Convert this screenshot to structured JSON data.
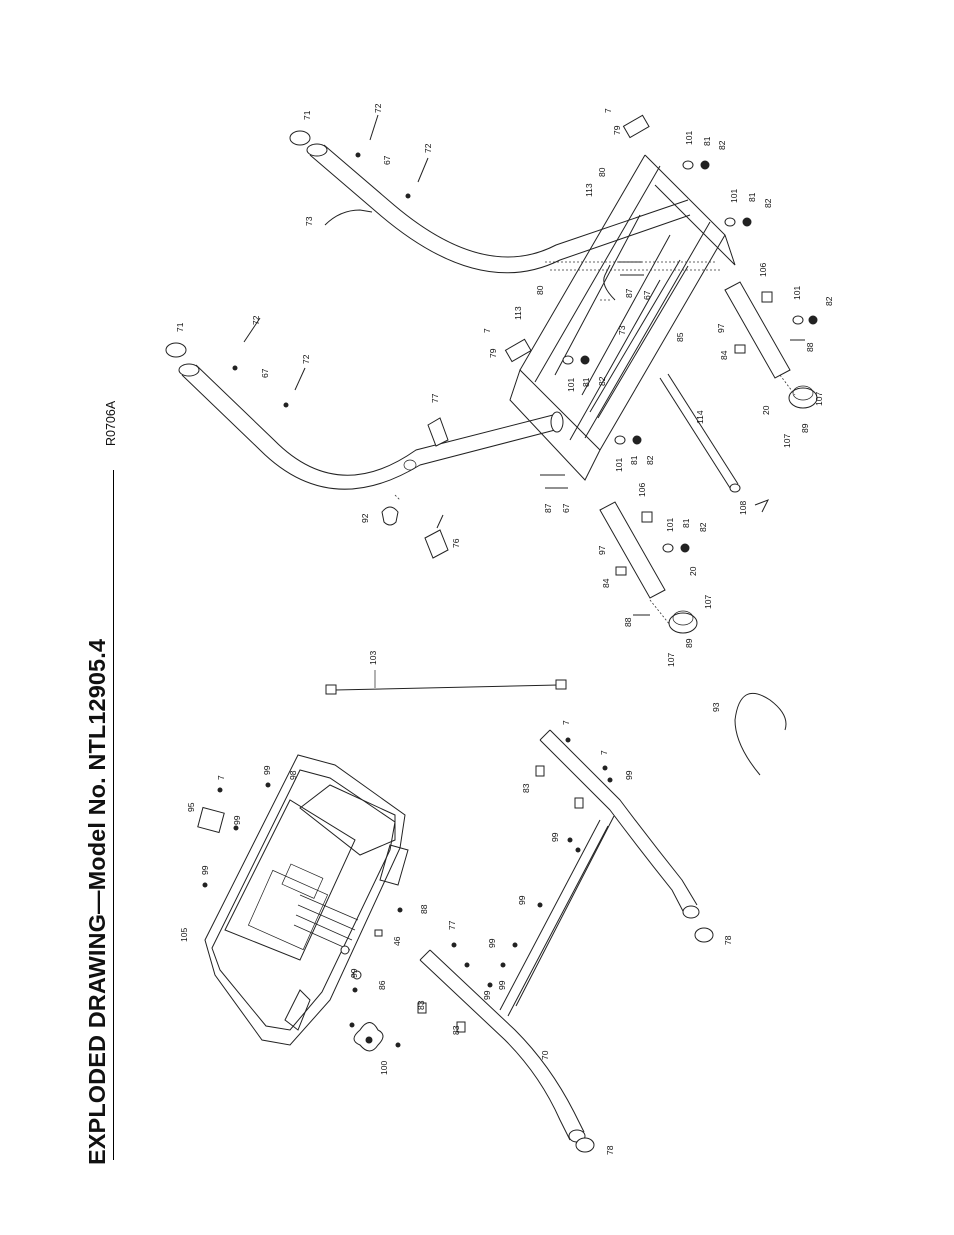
{
  "document": {
    "title": "EXPLODED DRAWING—Model No. NTL12905.4",
    "drawing_code": "R0706A"
  },
  "callouts": {
    "c7a": "7",
    "c7b": "7",
    "c7c": "7",
    "c7d": "7",
    "c7e": "7",
    "c20a": "20",
    "c20b": "20",
    "c46": "46",
    "c67a": "67",
    "c67b": "67",
    "c67c": "67",
    "c67d": "67",
    "c70": "70",
    "c71a": "71",
    "c71b": "71",
    "c72a": "72",
    "c72b": "72",
    "c72c": "72",
    "c72d": "72",
    "c73a": "73",
    "c73b": "73",
    "c76": "76",
    "c77a": "77",
    "c77b": "77",
    "c78a": "78",
    "c78b": "78",
    "c79a": "79",
    "c79b": "79",
    "c80a": "80",
    "c80b": "80",
    "c81a": "81",
    "c81b": "81",
    "c81c": "81",
    "c81d": "81",
    "c81e": "81",
    "c82a": "82",
    "c82b": "82",
    "c82c": "82",
    "c82d": "82",
    "c82e": "82",
    "c82f": "82",
    "c83a": "83",
    "c83b": "83",
    "c83c": "83",
    "c84a": "84",
    "c84b": "84",
    "c85": "85",
    "c86": "86",
    "c87a": "87",
    "c87b": "87",
    "c88a": "88",
    "c88b": "88",
    "c88c": "88",
    "c89a": "89",
    "c89b": "89",
    "c92": "92",
    "c93": "93",
    "c95": "95",
    "c97a": "97",
    "c97b": "97",
    "c98": "98",
    "c99a": "99",
    "c99b": "99",
    "c99c": "99",
    "c99d": "99",
    "c99e": "99",
    "c99f": "99",
    "c99g": "99",
    "c99h": "99",
    "c99i": "99",
    "c99j": "99",
    "c100": "100",
    "c101a": "101",
    "c101b": "101",
    "c101c": "101",
    "c101d": "101",
    "c101e": "101",
    "c101f": "101",
    "c103": "103",
    "c105": "105",
    "c106a": "106",
    "c106b": "106",
    "c107a": "107",
    "c107b": "107",
    "c107c": "107",
    "c107d": "107",
    "c108": "108",
    "c113a": "113",
    "c113b": "113",
    "c114": "114"
  }
}
